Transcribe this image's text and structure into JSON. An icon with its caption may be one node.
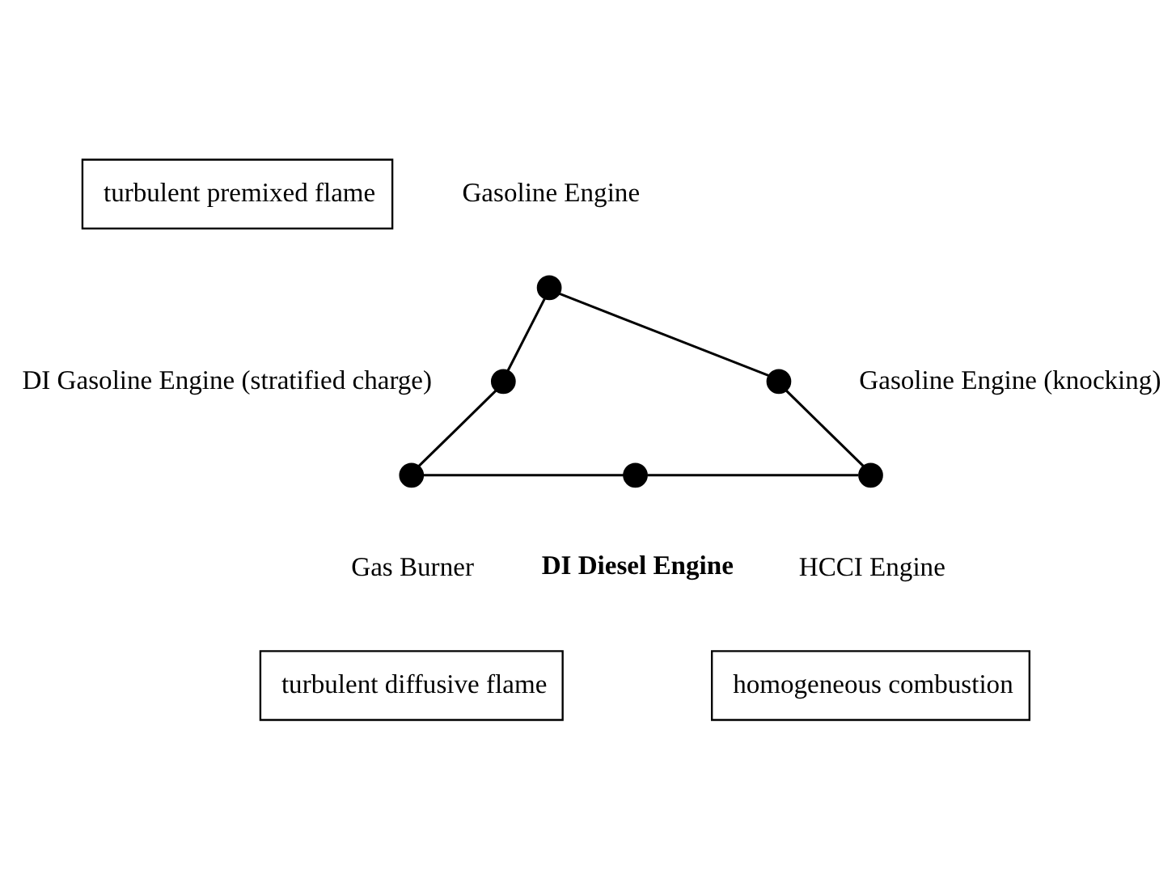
{
  "diagram": {
    "nodes": [
      {
        "text": [
          "turbulent premixed flame"
        ]
      },
      {
        "text": [],
        "shape": "circle",
        "beside": [
          "Gasoline Engine"
        ]
      },
      {
        "text": [],
        "shape": "circle",
        "beside": [
          "DI Gasoline Engine (stratified charge)"
        ]
      },
      {
        "text": [],
        "shape": "circle",
        "beside": [
          "Gasoline Engine (knocking)"
        ]
      },
      {
        "text": [],
        "shape": "circle",
        "beside": [
          "Gas Burner"
        ]
      },
      {
        "text": [],
        "shape": "circle",
        "beside": [
          "DI Diesel Engine"
        ]
      },
      {
        "text": [],
        "shape": "circle",
        "beside": [
          "HCCI Engine"
        ]
      },
      {
        "text": [
          "turbulent diffusive flame"
        ]
      },
      {
        "text": [
          "homogeneous combustion"
        ]
      }
    ],
    "edges": [
      {
        "from": 1,
        "to": 2,
        "arrow": "none"
      },
      {
        "from": 2,
        "to": 4,
        "arrow": "none"
      },
      {
        "from": 4,
        "to": 5,
        "arrow": "none"
      },
      {
        "from": 5,
        "to": 6,
        "arrow": "none"
      },
      {
        "from": 1,
        "to": 3,
        "arrow": "none"
      },
      {
        "from": 3,
        "to": 6,
        "arrow": "none"
      }
    ]
  }
}
